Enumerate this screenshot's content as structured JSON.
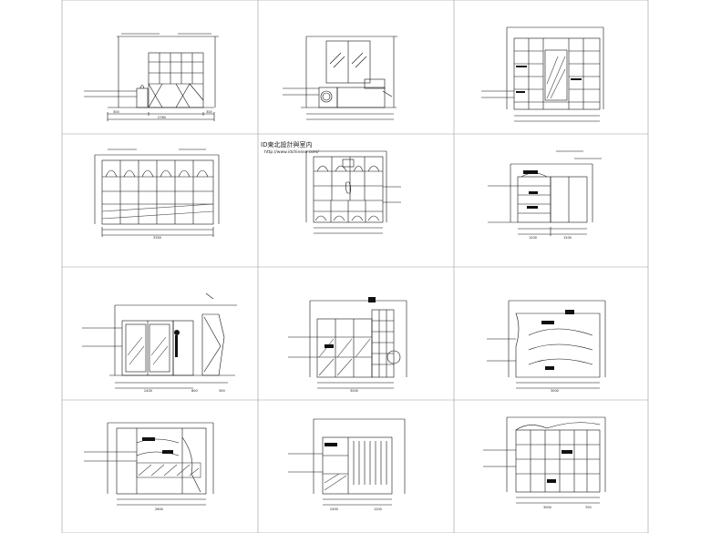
{
  "sheet": {
    "watermark_title": "ID東北設計與室内",
    "watermark_url": "http://www.idchinese.com/",
    "panel_count": 12
  },
  "panels": [
    {
      "id": "p1",
      "widths": [
        "300",
        "2760",
        "300"
      ]
    },
    {
      "id": "p2",
      "widths": [
        "",
        "",
        ""
      ]
    },
    {
      "id": "p3",
      "widths": [
        "",
        "",
        ""
      ]
    },
    {
      "id": "p4",
      "widths": [
        "3350"
      ]
    },
    {
      "id": "p5",
      "widths": [
        "",
        "",
        ""
      ]
    },
    {
      "id": "p6",
      "widths": [
        "1200",
        "1200"
      ]
    },
    {
      "id": "p7",
      "widths": [
        "2400",
        "600",
        "300"
      ]
    },
    {
      "id": "p8",
      "widths": [
        "3000"
      ]
    },
    {
      "id": "p9",
      "widths": [
        "3000"
      ]
    },
    {
      "id": "p10",
      "widths": [
        "2600"
      ]
    },
    {
      "id": "p11",
      "widths": [
        "2400",
        "1200"
      ]
    },
    {
      "id": "p12",
      "widths": [
        "3000",
        "700"
      ]
    }
  ],
  "colors": {
    "line": "#111111",
    "grid": "#cccccc",
    "hatch": "#444444"
  }
}
